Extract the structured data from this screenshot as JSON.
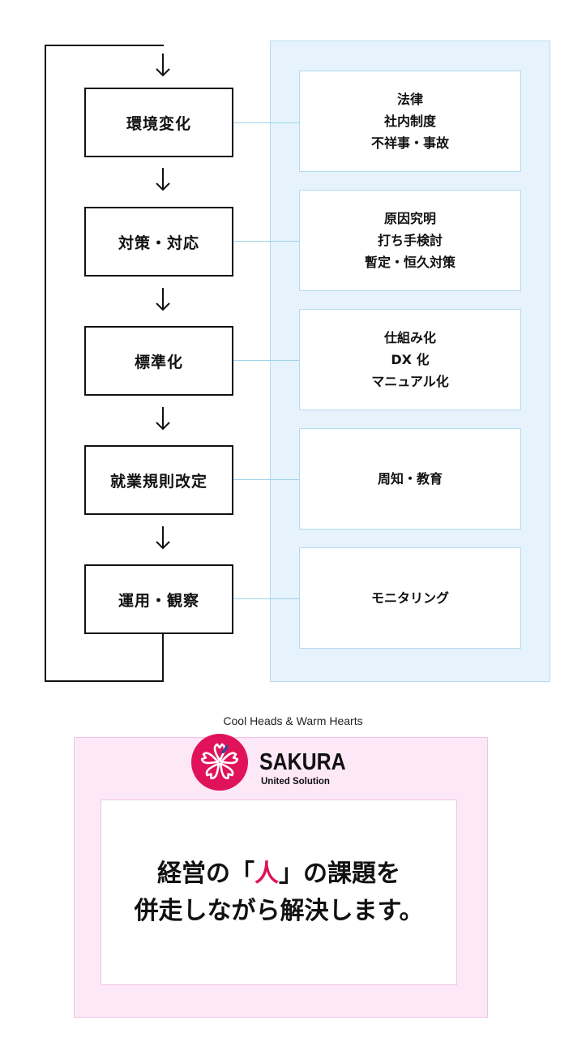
{
  "flow": {
    "steps": [
      "環境変化",
      "対策・対応",
      "標準化",
      "就業規則改定",
      "運用・観察"
    ],
    "details": [
      [
        "法律",
        "社内制度",
        "不祥事・事故"
      ],
      [
        "原因究明",
        "打ち手検討",
        "暫定・恒久対策"
      ],
      [
        "仕組み化",
        "DX 化",
        "マニュアル化"
      ],
      [
        "周知・教育"
      ],
      [
        "モニタリング"
      ]
    ]
  },
  "banner": {
    "tagline": "Cool Heads & Warm Hearts",
    "logo_name": "SAKURA",
    "logo_sub": "United Solution",
    "message_line1_a": "経営の「",
    "message_line1_accent": "人",
    "message_line1_b": "」の課題を",
    "message_line2": "併走しながら解決します。"
  },
  "colors": {
    "accent": "#e0135a",
    "panel_blue": "#e6f3fc",
    "banner_pink": "#fde8f8"
  }
}
